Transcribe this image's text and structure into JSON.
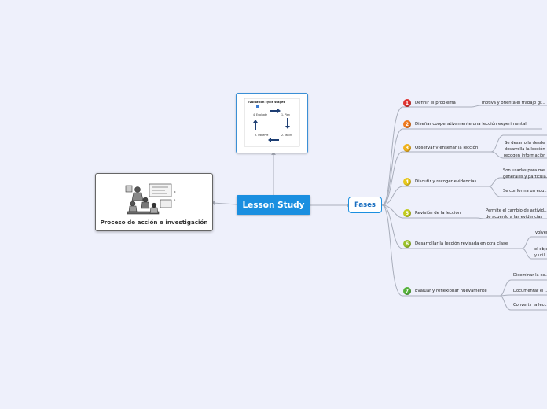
{
  "central": {
    "label": "Lesson Study"
  },
  "fases_node": {
    "label": "Fases"
  },
  "left_node": {
    "caption": "Proceso de acción e investigación"
  },
  "cycle_image": {
    "title": "Evaluation cycle stages",
    "steps": [
      "1. Plan",
      "2. Teach",
      "3. Observe",
      "4. Evaluate"
    ]
  },
  "phases": [
    {
      "number": "1",
      "label": "Definir el problema",
      "color": "#e0322f",
      "children": [
        "motiva y orienta el trabajo gr..."
      ]
    },
    {
      "number": "2",
      "label": "Diseñar cooperativamente una lección experimental",
      "color": "#ef7a1e",
      "children": []
    },
    {
      "number": "3",
      "label": "Observar y enseñar la lección",
      "color": "#f0b21c",
      "children": [
        "Se desarrolla desde",
        "desarrolla la lección",
        "recogen información"
      ]
    },
    {
      "number": "4",
      "label": "Discutir y recoger evidencias",
      "color": "#e8c81c",
      "children": [
        "Son usadas para me...",
        "generales y particula...",
        "Se conforma un equ..."
      ]
    },
    {
      "number": "5",
      "label": "Revisión de la lección",
      "color": "#c2cc1e",
      "children": [
        "Permite el cambio de activid...",
        "de acuerdo a las evidencias"
      ]
    },
    {
      "number": "6",
      "label": "Desarrollar la lección revisada en otra clase",
      "color": "#9bc22a",
      "children": [
        "volver...",
        "el obje...",
        "y utili..."
      ]
    },
    {
      "number": "7",
      "label": "Evaluar y reflexionar nuevamente",
      "color": "#55b23a",
      "children": [
        "Diseminar la ex...",
        "Documentar el ...",
        "Convertir la lecc..."
      ]
    }
  ]
}
